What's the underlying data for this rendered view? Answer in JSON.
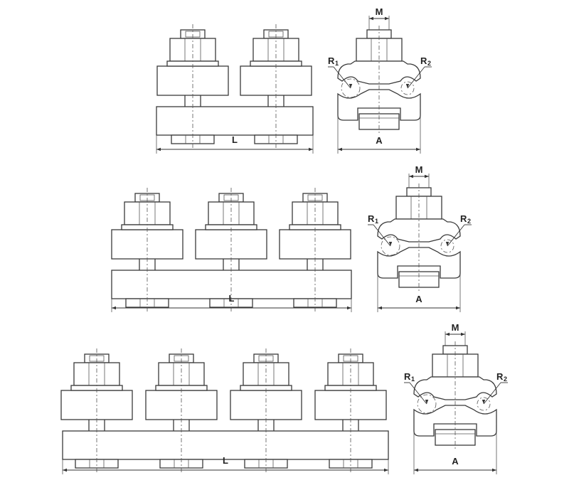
{
  "labels": {
    "length": "L",
    "width": "A",
    "bolt": "M",
    "radius1_letter": "R",
    "radius1_index": "1",
    "radius2_letter": "R",
    "radius2_index": "2"
  },
  "views": [
    {
      "name": "two-bolt",
      "bolts": 2
    },
    {
      "name": "three-bolt",
      "bolts": 3
    },
    {
      "name": "four-bolt",
      "bolts": 4
    }
  ]
}
